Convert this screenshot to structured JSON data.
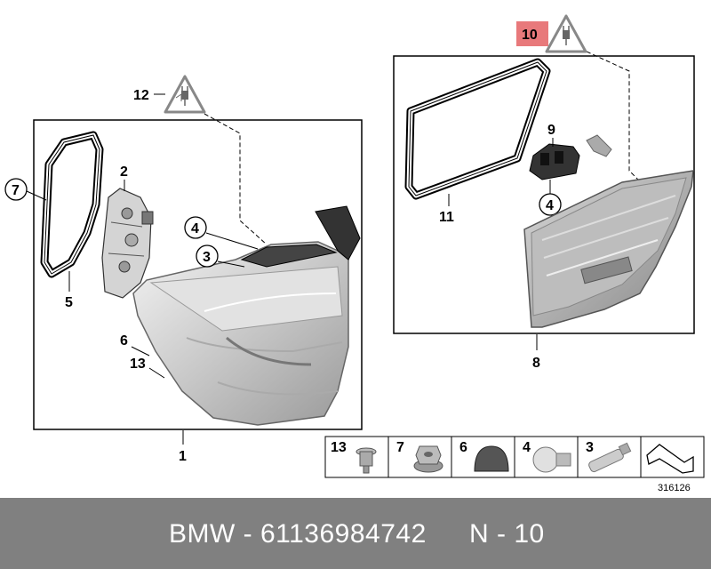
{
  "labels": {
    "l1": "1",
    "l2": "2",
    "l3": "3",
    "l4a": "4",
    "l4b": "4",
    "l5": "5",
    "l6": "6",
    "l7": "7",
    "l8": "8",
    "l9": "9",
    "l10": "10",
    "l11": "11",
    "l12": "12",
    "l13": "13"
  },
  "legend": {
    "items": [
      "13",
      "7",
      "6",
      "4",
      "3"
    ],
    "ref": "316126"
  },
  "footer": {
    "part": "BMW - 61136984742",
    "pos": "N - 10"
  },
  "colors": {
    "highlight": "#e8797b",
    "footer_bg": "#808080"
  },
  "icons": [
    "warning-plug-icon",
    "arrow-icon"
  ]
}
